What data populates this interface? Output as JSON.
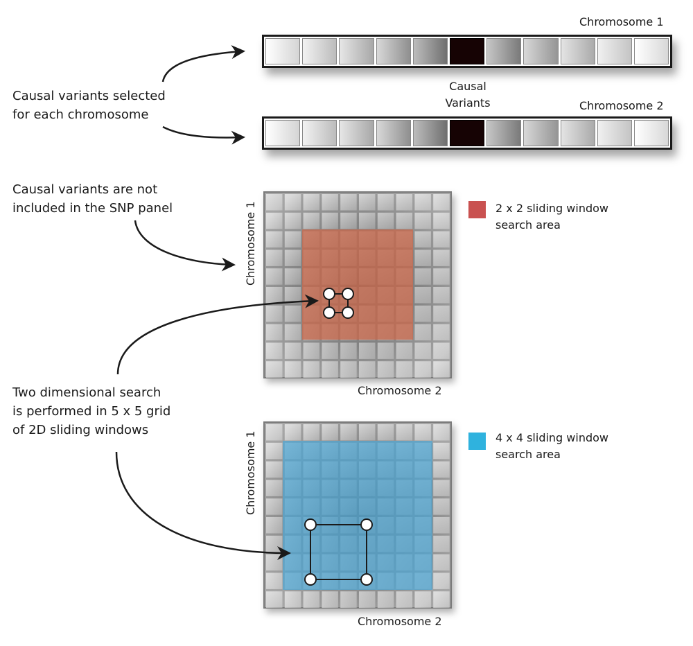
{
  "chromosome_bars": [
    {
      "label": "Chromosome 1"
    },
    {
      "label": "Chromosome 2"
    }
  ],
  "causal_label": [
    "Causal",
    "Variants"
  ],
  "descriptions": {
    "causal_selected": [
      "Causal variants selected",
      "for each chromosome"
    ],
    "not_included": [
      "Causal variants are not",
      "included in the SNP panel"
    ],
    "two_dim_search": [
      "Two dimensional search",
      "is performed in 5 x 5 grid",
      "of 2D sliding windows"
    ]
  },
  "grids": [
    {
      "y_label": "Chromosome 1",
      "x_label": "Chromosome 2",
      "window": "2 x 2"
    },
    {
      "y_label": "Chromosome 1",
      "x_label": "Chromosome 2",
      "window": "4 x 4"
    }
  ],
  "legend": [
    {
      "lines": [
        "2 x 2 sliding window",
        "search area"
      ],
      "color": "#c95150"
    },
    {
      "lines": [
        "4 x 4 sliding window",
        "search area"
      ],
      "color": "#2fb2de"
    }
  ],
  "colors": {
    "causal_cell": "#160304",
    "overlay_red": "#c96a4e",
    "overlay_blue": "#4fa7d6",
    "grid_border": "#7a7a7a"
  }
}
